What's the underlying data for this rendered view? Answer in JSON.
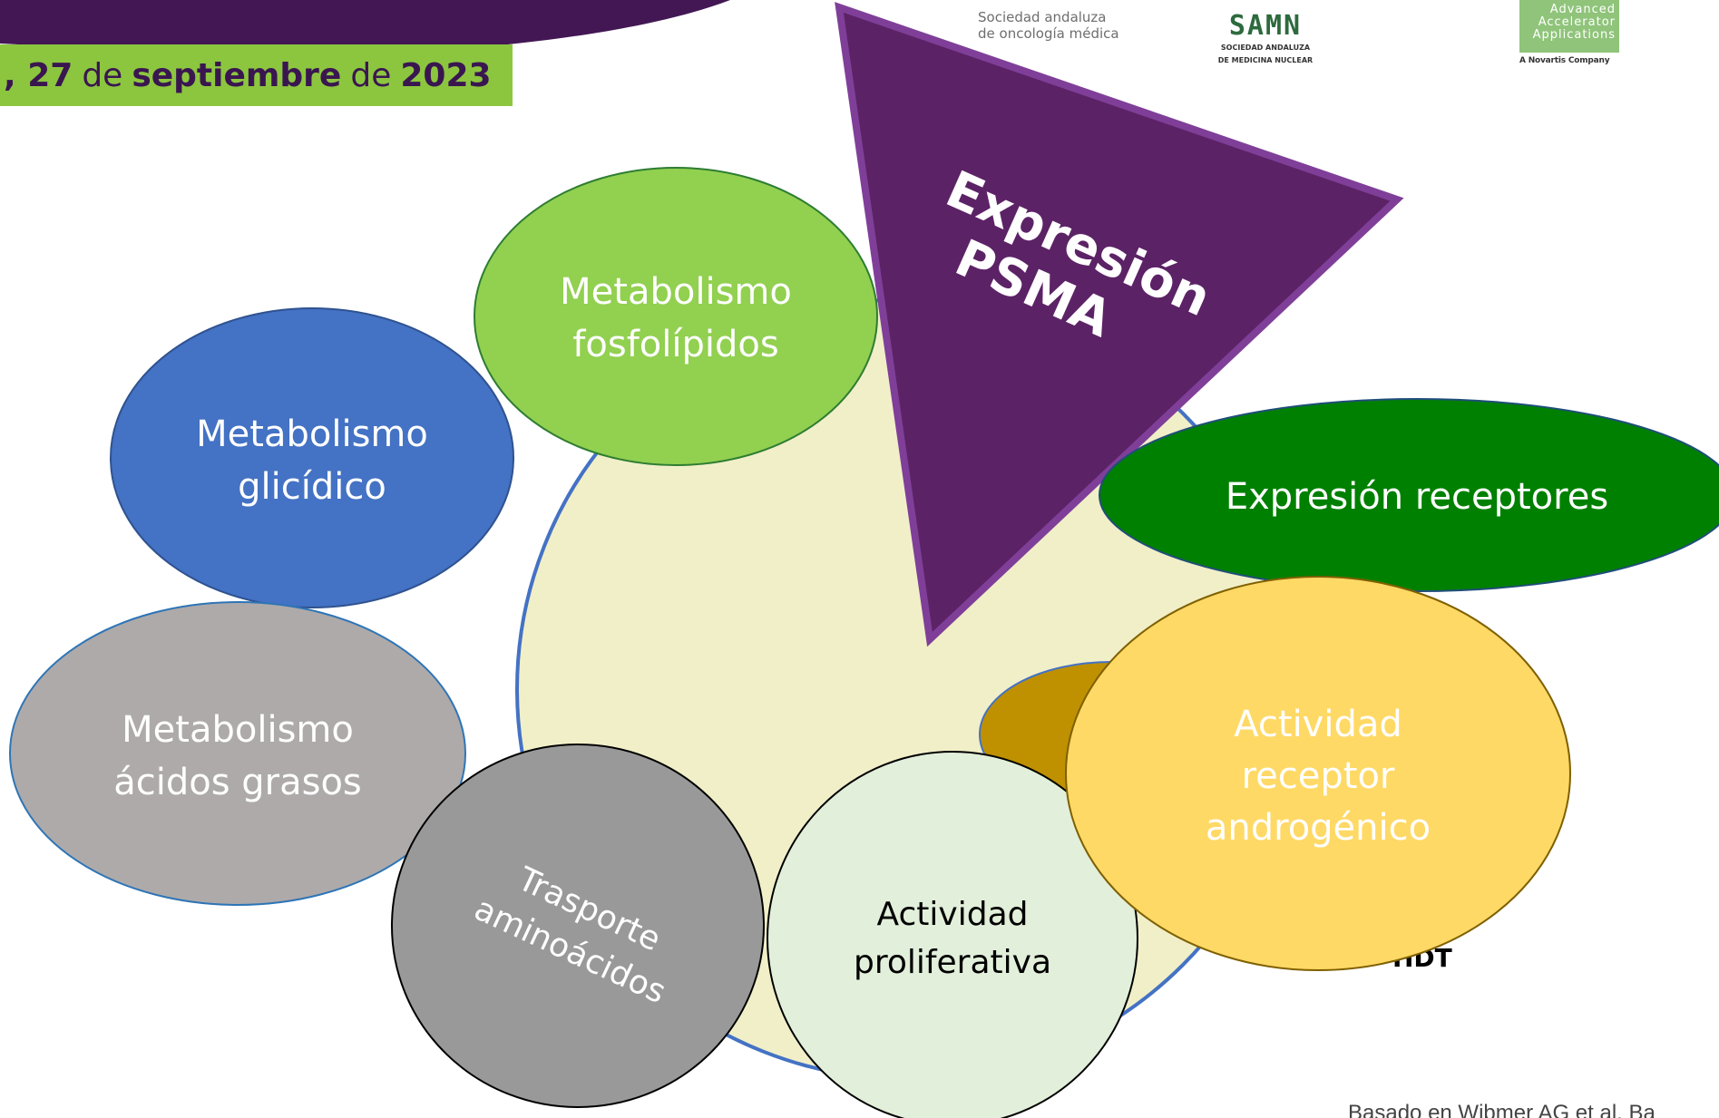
{
  "header": {
    "date_day": ", 27",
    "date_de1": "de",
    "date_month": "septiembre",
    "date_de2": "de",
    "date_year": "2023"
  },
  "logos": {
    "seom_line1": "Sociedad andaluza",
    "seom_line2": "de oncología médica",
    "samn_mark": "SAMN",
    "samn_line1": "SOCIEDAD ANDALUZA",
    "samn_line2": "DE MEDICINA NUCLEAR",
    "aaa_line1": "Advanced",
    "aaa_line2": "Accelerator",
    "aaa_line3": "Applications",
    "aaa_sub": "A Novartis Company"
  },
  "diagram": {
    "psma_line1": "Expresión",
    "psma_line2": "PSMA",
    "fosfolipidos_line1": "Metabolismo",
    "fosfolipidos_line2": "fosfolípidos",
    "glicidico_line1": "Metabolismo",
    "glicidico_line2": "glicídico",
    "grasos_line1": "Metabolismo",
    "grasos_line2": "ácidos grasos",
    "aminoacidos_line1": "Trasporte",
    "aminoacidos_line2": "aminoácidos",
    "proliferativa_line1": "Actividad",
    "proliferativa_line2": "proliferativa",
    "receptores": "Expresión receptores",
    "androgenico_line1": "Actividad",
    "androgenico_line2": "receptor",
    "androgenico_line3": "androgénico",
    "hidden_fragment": "HDT"
  },
  "footer": {
    "reference": "Basado en Wibmer AG et al. Ba"
  },
  "colors": {
    "banner_purple": "#421754",
    "date_green": "#8cc63f",
    "background_circle": "#f1efc8",
    "psma_purple": "#5c2266",
    "fosfolipidos_green": "#92d050",
    "glicidico_blue": "#4472c4",
    "grasos_gray": "#aeaaaa",
    "aminoacidos_gray": "#999999",
    "proliferativa_green": "#e2efda",
    "receptores_green": "#008000",
    "androgenico_yellow": "#ffd966",
    "hidden_gold": "#bf9000"
  }
}
